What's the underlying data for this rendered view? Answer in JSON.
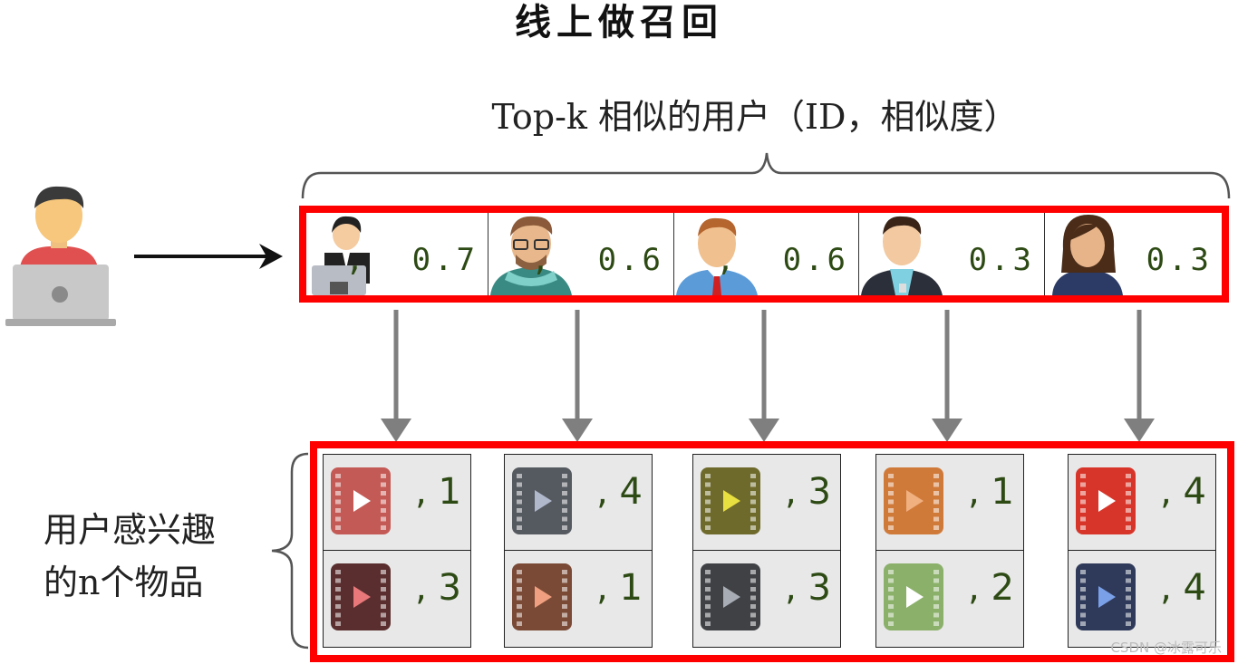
{
  "title": "线上做召回",
  "subtitle": "Top-k 相似的用户（ID，相似度）",
  "similar_users": [
    {
      "avatar": "businessman-laptop-icon",
      "similarity": ",  0.7",
      "skin": "#f5cba0",
      "shirt": "#222222"
    },
    {
      "avatar": "glasses-man-icon",
      "similarity": ",  0.6",
      "skin": "#e8b88c",
      "shirt": "#3a8a84"
    },
    {
      "avatar": "tie-man-icon",
      "similarity": ",  0.6",
      "skin": "#f0c08e",
      "shirt": "#5a9bd8"
    },
    {
      "avatar": "lanyard-man-icon",
      "similarity": "0.3",
      "skin": "#f2c9a0",
      "shirt": "#2b2f3a"
    },
    {
      "avatar": "woman-icon",
      "similarity": "0.3",
      "skin": "#e7b48a",
      "shirt": "#2c3a66"
    }
  ],
  "left_label": [
    "用户感兴趣",
    "的n个物品"
  ],
  "items": [
    {
      "top": {
        "color": "#c45a55",
        "play": "#ffffff",
        "rating": ", 1"
      },
      "bottom": {
        "color": "#5a2e2e",
        "play": "#e8787a",
        "rating": ", 3"
      }
    },
    {
      "top": {
        "color": "#555a60",
        "play": "#b0b8cc",
        "rating": ", 4"
      },
      "bottom": {
        "color": "#7a4a36",
        "play": "#f0a080",
        "rating": ", 1"
      }
    },
    {
      "top": {
        "color": "#6e6a2c",
        "play": "#e8e040",
        "rating": ", 3"
      },
      "bottom": {
        "color": "#3f4145",
        "play": "#a8acb4",
        "rating": ", 3"
      }
    },
    {
      "top": {
        "color": "#d07a3a",
        "play": "#f0b080",
        "rating": ", 1"
      },
      "bottom": {
        "color": "#8ab06a",
        "play": "#ffffff",
        "rating": ", 2"
      }
    },
    {
      "top": {
        "color": "#d8352a",
        "play": "#ffffff",
        "rating": ", 4"
      },
      "bottom": {
        "color": "#2f3a5a",
        "play": "#7aa0e8",
        "rating": ", 4"
      }
    }
  ],
  "colors": {
    "highlight": "#ff0000",
    "arrow": "#7f7f7f",
    "rating_text": "#2d4a14"
  },
  "watermark": "CSDN @冰露可乐"
}
